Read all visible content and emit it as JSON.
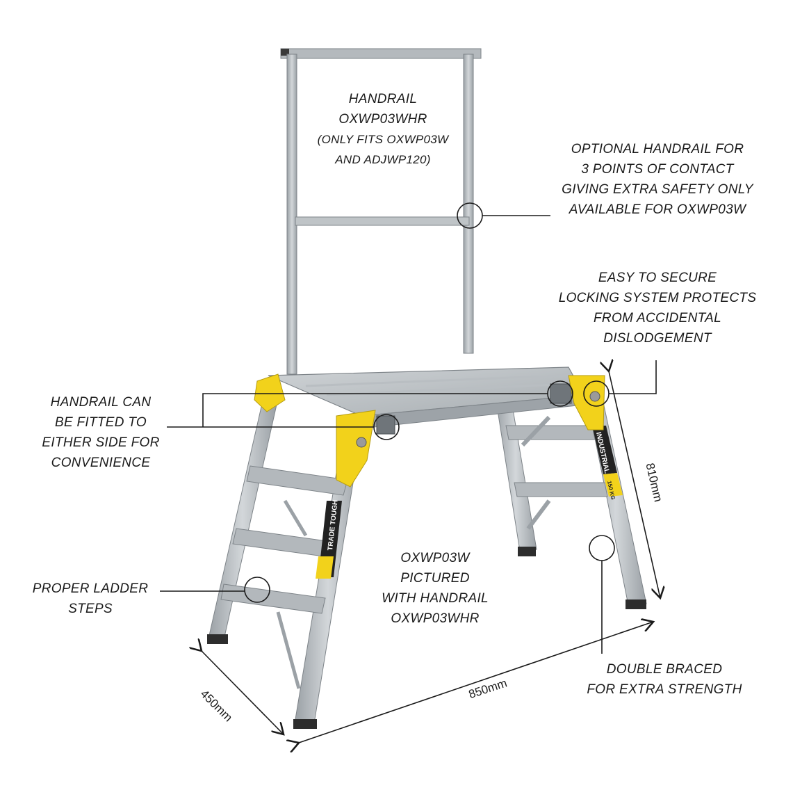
{
  "labels": {
    "handrail_title": [
      "HANDRAIL",
      "OXWP03WHR",
      "(ONLY FITS OXWP03W",
      "AND ADJWP120)"
    ],
    "optional_handrail": [
      "OPTIONAL HANDRAIL FOR",
      "3 POINTS OF CONTACT",
      "GIVING EXTRA SAFETY ONLY",
      "AVAILABLE FOR OXWP03W"
    ],
    "locking_system": [
      "EASY TO SECURE",
      "LOCKING SYSTEM PROTECTS",
      "FROM ACCIDENTAL",
      "DISLODGEMENT"
    ],
    "either_side": [
      "HANDRAIL CAN",
      "BE FITTED TO",
      "EITHER SIDE FOR",
      "CONVENIENCE"
    ],
    "ladder_steps": [
      "PROPER LADDER",
      "STEPS"
    ],
    "pictured": [
      "OXWP03W",
      "PICTURED",
      "WITH HANDRAIL",
      "OXWP03WHR"
    ],
    "double_braced": [
      "DOUBLE BRACED",
      "FOR EXTRA STRENGTH"
    ]
  },
  "dimensions": {
    "depth": "450mm",
    "length": "850mm",
    "height": "810mm"
  },
  "decals": {
    "brand": "TRADE TOUGH",
    "grade": "INDUSTRIAL",
    "load": "150 KG"
  },
  "colors": {
    "aluminium": "#b9bec2",
    "aluminium_dark": "#8d9398",
    "bracket_yellow": "#f2d21b",
    "line": "#1a1a1a"
  }
}
